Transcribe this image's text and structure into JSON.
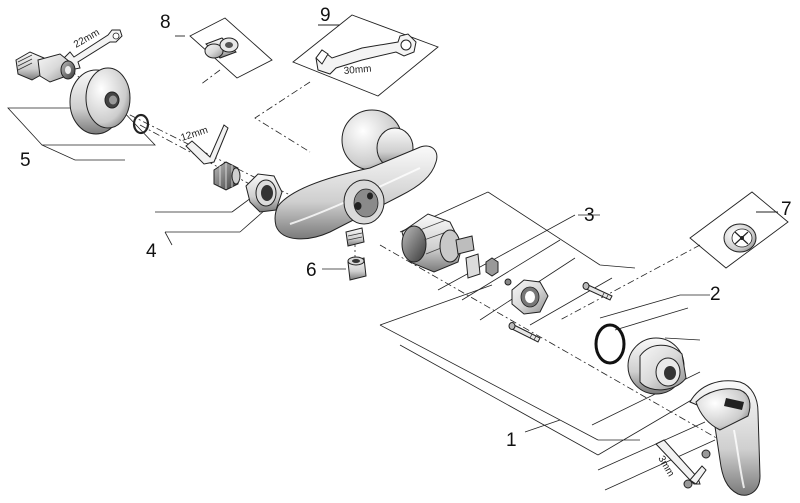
{
  "callouts": {
    "c1": "1",
    "c2": "2",
    "c3": "3",
    "c4": "4",
    "c5": "5",
    "c6": "6",
    "c7": "7",
    "c8": "8",
    "c9": "9"
  },
  "dimensions": {
    "wrench_22": "22mm",
    "hexkey_12": "12mm",
    "wrench_30": "30mm",
    "hexkey_3": "3mm"
  }
}
